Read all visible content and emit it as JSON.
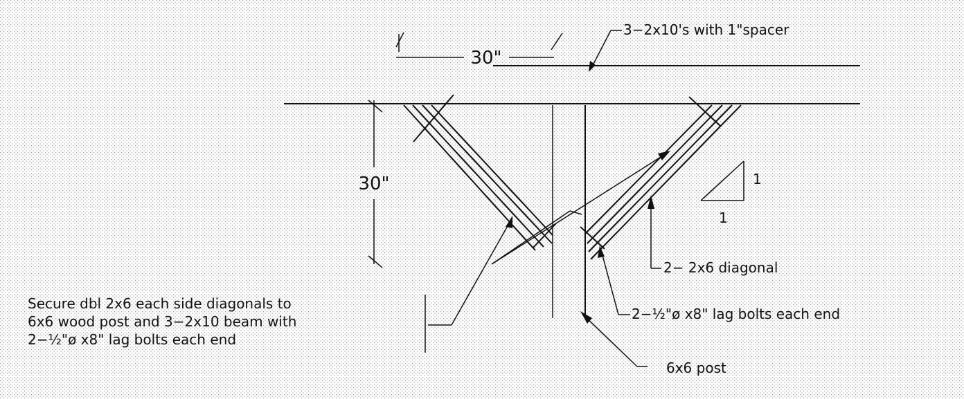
{
  "labels": {
    "top_dimension": "30\"",
    "beam_callout": "3−2x10's with 1\"spacer",
    "vertical_dimension": "30\"",
    "slope_rise": "1",
    "slope_run": "1",
    "diagonal_callout": "2− 2x6 diagonal",
    "lag_bolt_callout": "2−½\"ø x8\" lag bolts each end",
    "note_line_1": "Secure dbl 2x6 each side diagonals to",
    "note_line_2": "6x6 wood post and 3−2x10 beam with",
    "note_line_3": "2−½\"ø x8\" lag bolts each end",
    "post_callout": "6x6 post"
  },
  "colors": {
    "ink": "#111111",
    "stipple": "#9a9a9a",
    "paper": "#ffffff"
  }
}
